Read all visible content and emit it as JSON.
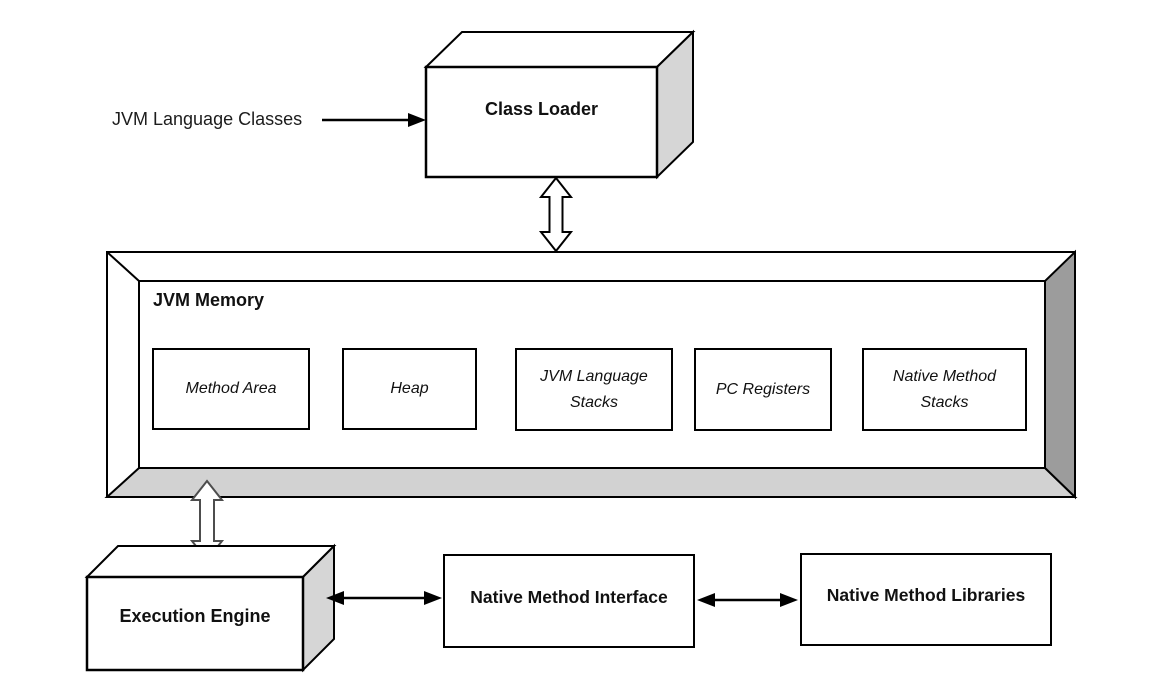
{
  "diagram": {
    "background": "#ffffff",
    "input_label": "JVM Language Classes",
    "class_loader": {
      "label": "Class Loader"
    },
    "jvm_memory": {
      "label": "JVM Memory",
      "blocks": [
        {
          "label": "Method Area"
        },
        {
          "label": "Heap"
        },
        {
          "label": "JVM Language Stacks"
        },
        {
          "label": "PC Registers"
        },
        {
          "label": "Native Method Stacks"
        }
      ]
    },
    "execution_engine": {
      "label": "Execution Engine"
    },
    "native_method_interface": {
      "label": "Native Method Interface"
    },
    "native_method_libraries": {
      "label": "Native Method Libraries"
    },
    "colors": {
      "line": "#000000",
      "box_fill": "#ffffff",
      "side_face_gray": "#d6d6d6",
      "memory_right_bevel": "#9c9c9c",
      "memory_bottom_bevel": "#d2d2d2",
      "hollow_arrow_outline": "#4d4d4d"
    }
  }
}
